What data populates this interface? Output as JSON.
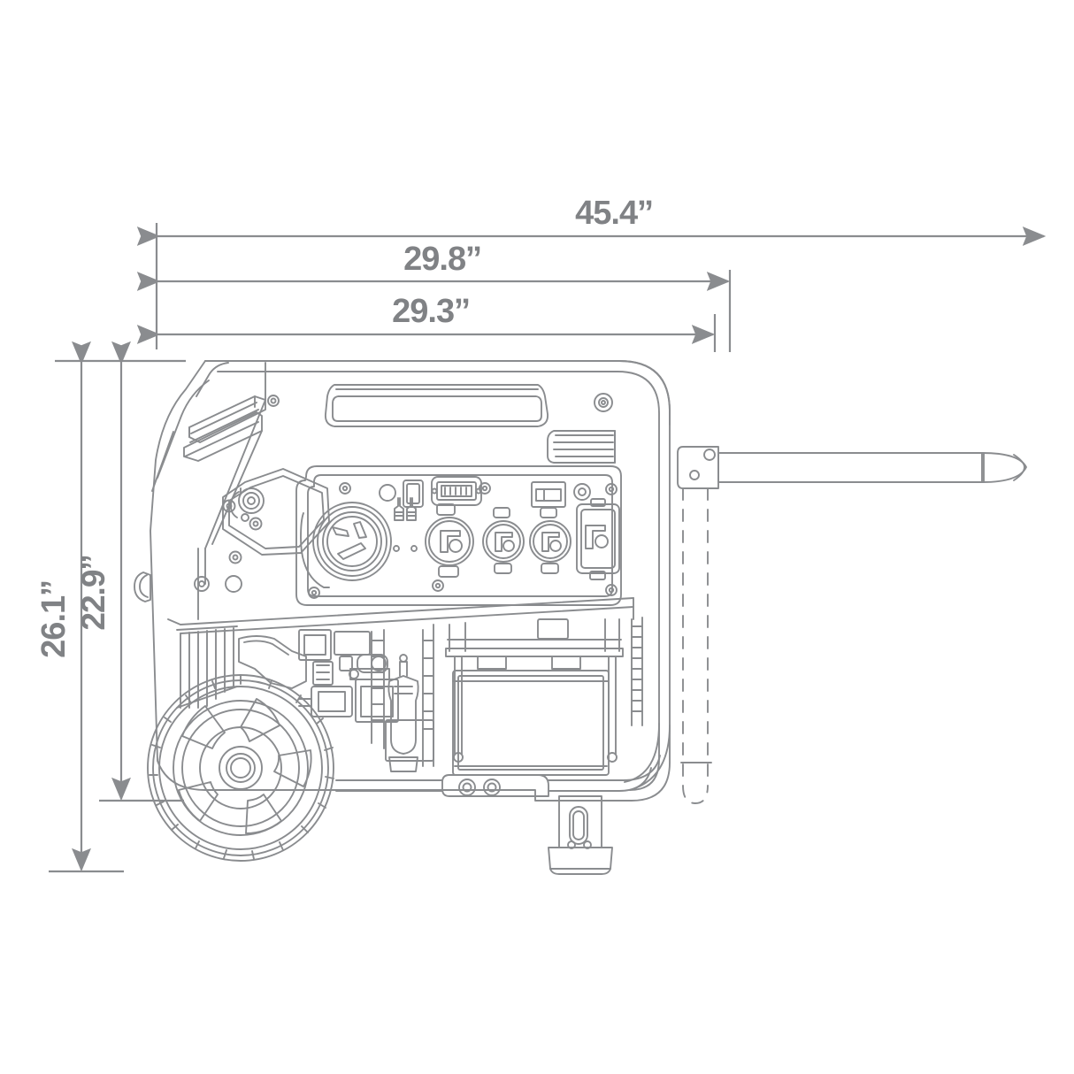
{
  "drawing": {
    "type": "technical-dimension-drawing",
    "subject": "portable generator side elevation",
    "background_color": "#ffffff",
    "line_color": "#8a8c8f",
    "dimension_color": "#808285",
    "units": "inches"
  },
  "dimensions": {
    "overall_length": {
      "label": "45.4’’",
      "value": 45.4,
      "unit": "in",
      "orientation": "horizontal",
      "description": "overall length including extended tow handle"
    },
    "body_length_upper": {
      "label": "29.8’’",
      "value": 29.8,
      "unit": "in",
      "orientation": "horizontal",
      "description": "frame width at outer edge"
    },
    "body_length_lower": {
      "label": "29.3’’",
      "value": 29.3,
      "unit": "in",
      "orientation": "horizontal",
      "description": "body width"
    },
    "overall_height": {
      "label": "26.1’’",
      "value": 26.1,
      "unit": "in",
      "orientation": "vertical",
      "description": "overall height to ground including wheel"
    },
    "body_height": {
      "label": "22.9’’",
      "value": 22.9,
      "unit": "in",
      "orientation": "vertical",
      "description": "frame height excluding wheel bottom"
    }
  },
  "components": {
    "carry_handle": "recessed top carry handle",
    "top_vent": "angled louver vent",
    "fuel_cap": "fuel cap and choke plate",
    "control_panel": "outlet control panel",
    "twist_lock_outlet": "large 4-prong twist-lock receptacle",
    "hour_meter": "digital hour meter display",
    "rocker_switch": "rocker switch",
    "breaker_switch": "circuit breaker switch",
    "outlets": [
      "outlet-1",
      "outlet-2",
      "outlet-3",
      "outlet-4"
    ],
    "wheel": "never-flat wheel with five-spoke hub",
    "battery_box": "battery / tank enclosure",
    "support_foot": "front support foot",
    "tow_handle": "telescoping tow handle, extended",
    "tow_handle_stowed": "tow handle stowed position (dashed)",
    "side_grip": "side grip latch"
  }
}
